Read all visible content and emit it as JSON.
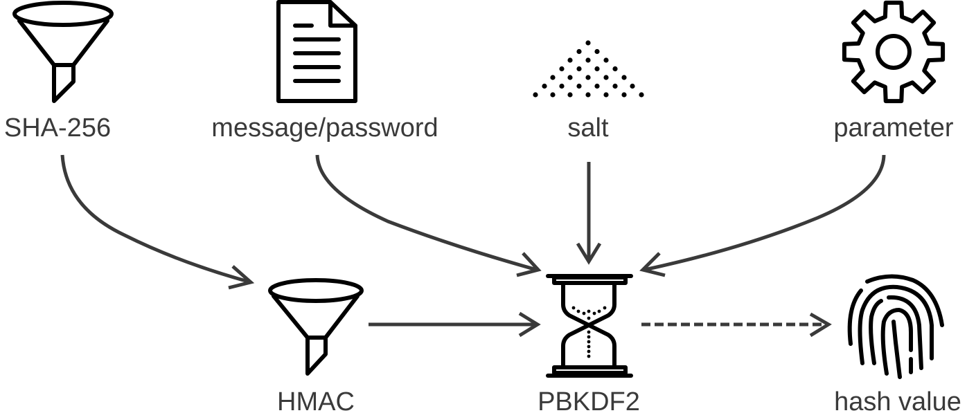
{
  "diagram": {
    "title": "PBKDF2 key derivation",
    "colors": {
      "icon": "#000000",
      "text": "#3a3a3a",
      "arrow": "#3a3a3a",
      "background": "#ffffff"
    },
    "nodes": [
      {
        "id": "sha256",
        "label": "SHA-256",
        "icon": "funnel-icon"
      },
      {
        "id": "message",
        "label": "message/password",
        "icon": "document-icon"
      },
      {
        "id": "salt",
        "label": "salt",
        "icon": "salt-pile-icon"
      },
      {
        "id": "parameter",
        "label": "parameter",
        "icon": "gear-icon"
      },
      {
        "id": "hmac",
        "label": "HMAC",
        "icon": "funnel-icon"
      },
      {
        "id": "pbkdf2",
        "label": "PBKDF2",
        "icon": "hourglass-icon"
      },
      {
        "id": "hash",
        "label": "hash value",
        "icon": "fingerprint-icon"
      }
    ],
    "edges": [
      {
        "from": "sha256",
        "to": "hmac",
        "style": "solid"
      },
      {
        "from": "message",
        "to": "pbkdf2",
        "style": "solid"
      },
      {
        "from": "salt",
        "to": "pbkdf2",
        "style": "solid"
      },
      {
        "from": "parameter",
        "to": "pbkdf2",
        "style": "solid"
      },
      {
        "from": "hmac",
        "to": "pbkdf2",
        "style": "solid"
      },
      {
        "from": "pbkdf2",
        "to": "hash",
        "style": "dashed"
      }
    ]
  }
}
